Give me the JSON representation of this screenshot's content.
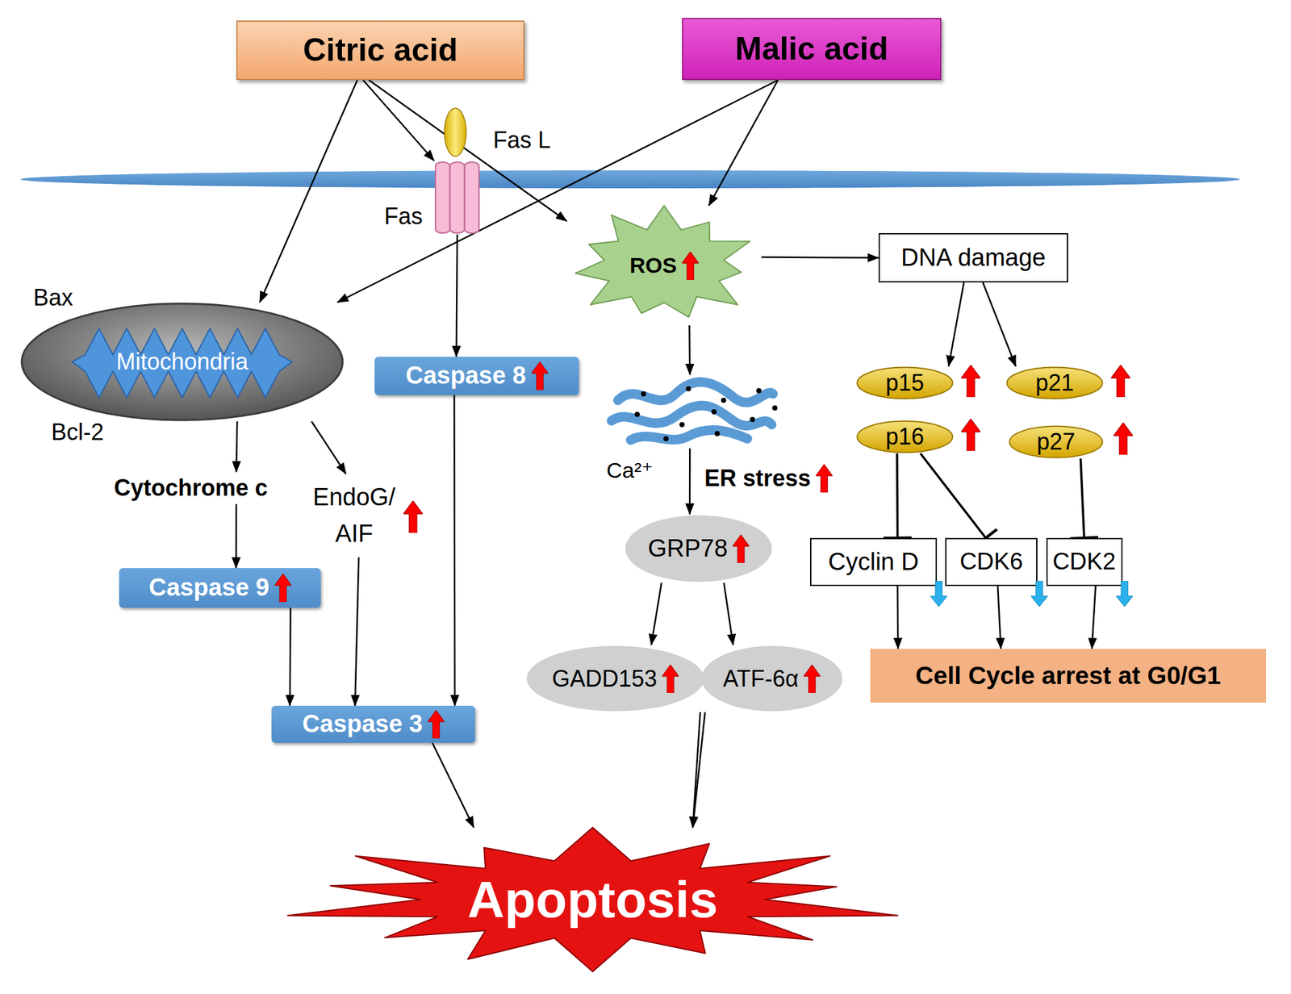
{
  "diagram": {
    "nodes": [
      {
        "text": [
          "Citric acid"
        ]
      },
      {
        "text": [
          "Malic acid"
        ]
      },
      {
        "text": [
          "Fas L"
        ]
      },
      {
        "text": [
          "Fas"
        ]
      },
      {
        "text": [
          "Bax",
          "Mitochondria",
          "Bcl-2"
        ]
      },
      {
        "text": [
          "ROS"
        ]
      },
      {
        "text": [
          "DNA damage"
        ]
      },
      {
        "text": [
          "Caspase 8"
        ]
      },
      {
        "text": [
          "p15"
        ]
      },
      {
        "text": [
          "p21"
        ]
      },
      {
        "text": [
          "p16"
        ]
      },
      {
        "text": [
          "p27"
        ]
      },
      {
        "text": [
          "Ca²⁺",
          "ER stress"
        ]
      },
      {
        "text": [
          "Cytochrome c"
        ]
      },
      {
        "text": [
          "EndoG/ AIF"
        ]
      },
      {
        "text": [
          "Caspase 9"
        ]
      },
      {
        "text": [
          "GRP78"
        ]
      },
      {
        "text": [
          "Cyclin D"
        ]
      },
      {
        "text": [
          "CDK6"
        ]
      },
      {
        "text": [
          "CDK2"
        ]
      },
      {
        "text": [
          "GADD153"
        ]
      },
      {
        "text": [
          "ATF-6α"
        ]
      },
      {
        "text": [
          "Cell Cycle arrest at G0/G1"
        ]
      },
      {
        "text": [
          "Caspase 3"
        ]
      },
      {
        "text": [
          "Apoptosis"
        ]
      }
    ],
    "edges": [
      {
        "from": 0,
        "to": 4,
        "arrow": "to"
      },
      {
        "from": 0,
        "to": 3,
        "arrow": "to"
      },
      {
        "from": 0,
        "to": 5,
        "arrow": "to"
      },
      {
        "from": 1,
        "to": 4,
        "arrow": "to"
      },
      {
        "from": 1,
        "to": 5,
        "arrow": "to"
      },
      {
        "from": 3,
        "to": 7,
        "arrow": "to"
      },
      {
        "from": 5,
        "to": 6,
        "arrow": "to"
      },
      {
        "from": 5,
        "to": 12,
        "arrow": "to"
      },
      {
        "from": 6,
        "to": 8,
        "arrow": "to"
      },
      {
        "from": 6,
        "to": 9,
        "arrow": "to"
      },
      {
        "from": 4,
        "to": 13,
        "arrow": "to"
      },
      {
        "from": 4,
        "to": 14,
        "arrow": "to"
      },
      {
        "from": 13,
        "to": 15,
        "arrow": "to"
      },
      {
        "from": 7,
        "to": 23,
        "arrow": "to"
      },
      {
        "from": 15,
        "to": 23,
        "arrow": "to"
      },
      {
        "from": 14,
        "to": 23,
        "arrow": "to"
      },
      {
        "from": 12,
        "to": 16,
        "arrow": "to"
      },
      {
        "from": 10,
        "to": 17,
        "arrow": "to"
      },
      {
        "from": 10,
        "to": 18,
        "arrow": "to"
      },
      {
        "from": 11,
        "to": 19,
        "arrow": "to"
      },
      {
        "from": 16,
        "to": 20,
        "arrow": "to"
      },
      {
        "from": 16,
        "to": 21,
        "arrow": "to"
      },
      {
        "from": 17,
        "to": 22,
        "arrow": "to"
      },
      {
        "from": 18,
        "to": 22,
        "arrow": "to"
      },
      {
        "from": 19,
        "to": 22,
        "arrow": "to"
      },
      {
        "from": 23,
        "to": 24,
        "arrow": "to"
      },
      {
        "from": 20,
        "to": 24,
        "arrow": "to"
      },
      {
        "from": 21,
        "to": 24,
        "arrow": "to"
      }
    ]
  }
}
